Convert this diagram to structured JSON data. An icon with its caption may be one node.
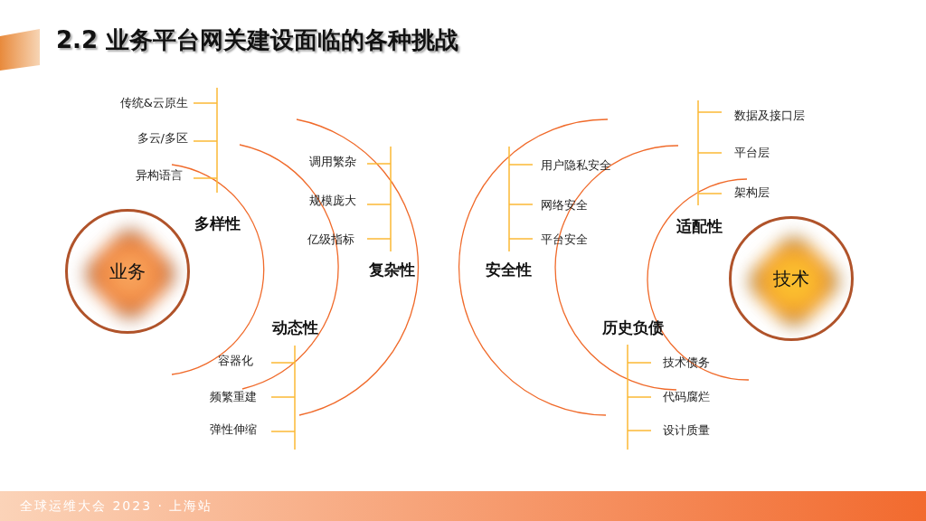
{
  "diagram": {
    "title": "2.2 业务平台网关建设面临的各种挑战",
    "nodes": [
      {
        "text": [
          "业务"
        ]
      },
      {
        "text": [
          "技术"
        ]
      }
    ],
    "edges": [],
    "labels": [
      "传统&云原生",
      "多云/多区",
      "异构语言",
      "多样性",
      "调用繁杂",
      "规模庞大",
      "亿级指标",
      "复杂性",
      "动态性",
      "容器化",
      "频繁重建",
      "弹性伸缩",
      "数据及接口层",
      "平台层",
      "用户隐私安全",
      "架构层",
      "网络安全",
      "适配性",
      "平台安全",
      "安全性",
      "历史负债",
      "技术债务",
      "代码腐烂",
      "设计质量",
      "全球运维大会 2023 · 上海站"
    ]
  }
}
